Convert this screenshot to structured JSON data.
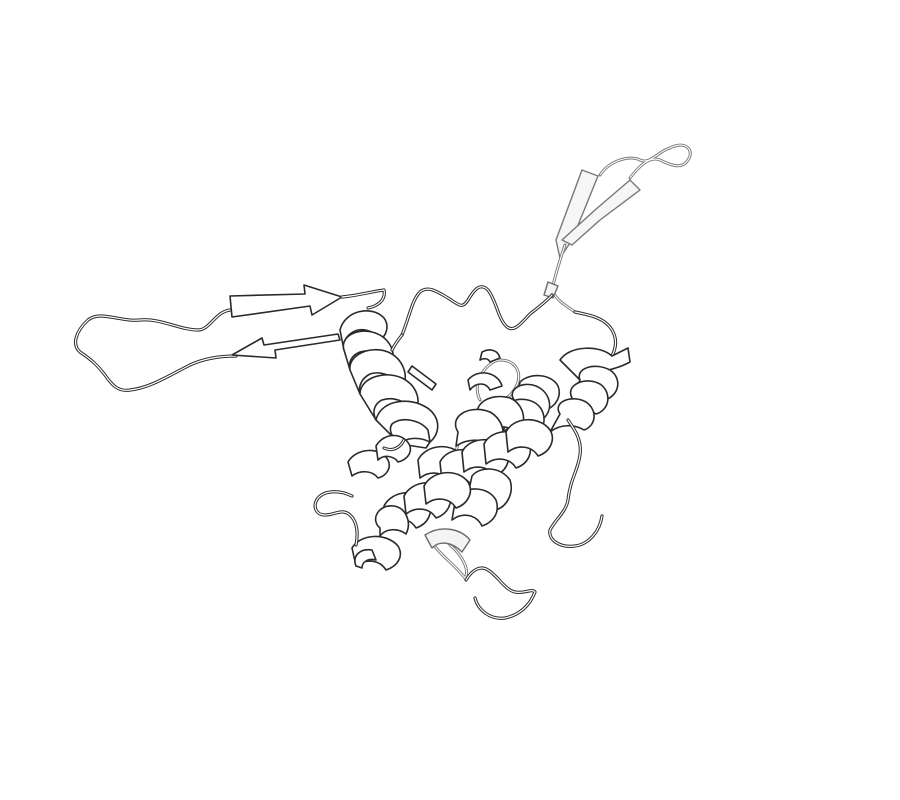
{
  "figure": {
    "kind": "protein-cartoon",
    "style": "black-and-white ribbon line drawing",
    "colors": {
      "background": "#ffffff",
      "outline": "#2a2a2a",
      "back_outline": "#777777"
    }
  },
  "structure": {
    "helices_count": 6,
    "strands_count": 4,
    "hairpins": [
      "left-beta-hairpin",
      "top-right-beta-hairpin"
    ]
  }
}
